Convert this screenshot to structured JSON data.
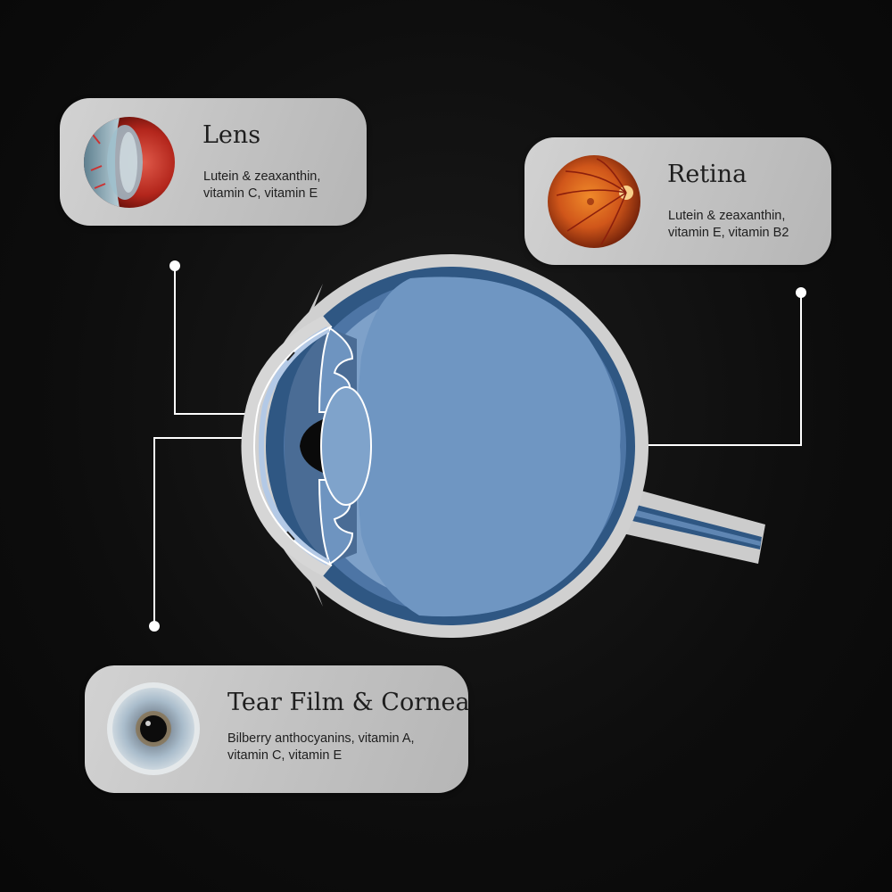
{
  "cards": {
    "lens": {
      "title": "Lens",
      "line1": "Lutein & zeaxanthin,",
      "line2": "vitamin C, vitamin E",
      "image": "lens-closeup-image"
    },
    "retina": {
      "title": "Retina",
      "line1": "Lutein & zeaxanthin,",
      "line2": "vitamin E, vitamin B2",
      "image": "retina-fundus-image"
    },
    "tear": {
      "title": "Tear Film & Cornea",
      "line1": "Bilberry anthocyanins, vitamin A,",
      "line2": "vitamin C, vitamin E",
      "image": "iris-closeup-image"
    }
  },
  "colors": {
    "background": "#0d0d0d",
    "card": "#c8c8c8",
    "sclera": "#cfcfcf",
    "choroid": "#2f5783",
    "retina_layer": "#5f86b3",
    "vitreous": "#6e94c0",
    "connector": "#ffffff"
  }
}
